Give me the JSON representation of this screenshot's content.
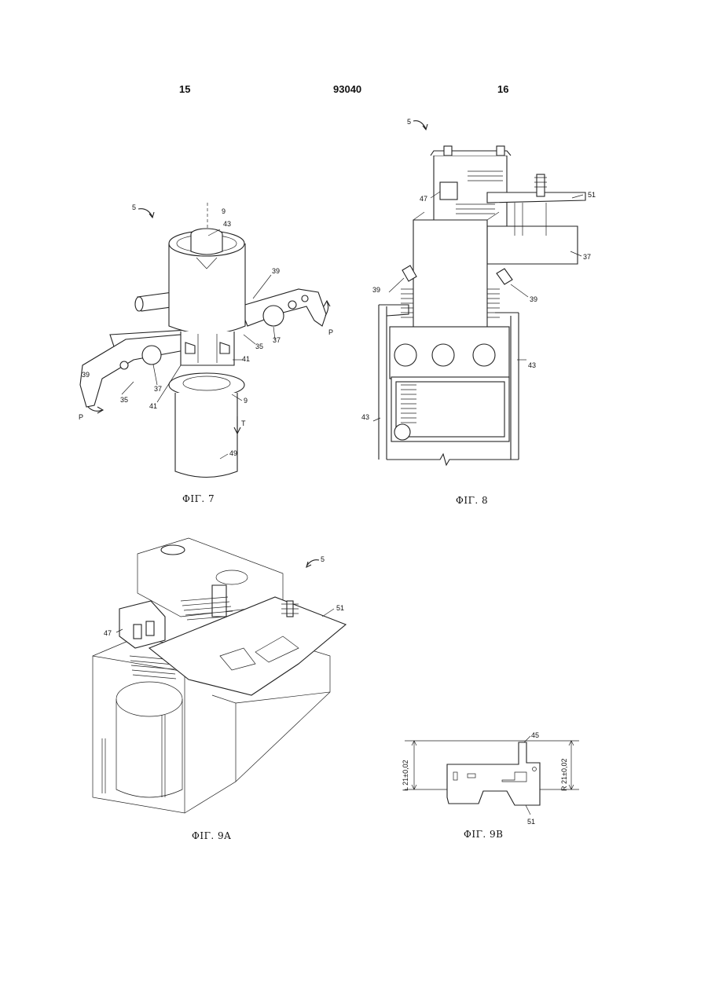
{
  "header": {
    "left_page": "15",
    "doc_number": "93040",
    "right_page": "16"
  },
  "figures": {
    "fig7": {
      "caption": "ΦΙΓ. 7",
      "labels": {
        "l5": "5",
        "l9a": "9",
        "l9b": "9",
        "l43": "43",
        "l39a": "39",
        "l39b": "39",
        "l37a": "37",
        "l37b": "37",
        "l35a": "35",
        "l35b": "35",
        "l41a": "41",
        "l41b": "41",
        "lPa": "P",
        "lPb": "P",
        "lT": "T",
        "l49": "49"
      }
    },
    "fig8": {
      "caption": "ΦΙΓ. 8",
      "labels": {
        "l5": "5",
        "l47": "47",
        "l51": "51",
        "l37": "37",
        "l39a": "39",
        "l39b": "39",
        "l43a": "43",
        "l43b": "43"
      }
    },
    "fig9a": {
      "caption": "ΦΙΓ. 9A",
      "labels": {
        "l5": "5",
        "l47": "47",
        "l51": "51"
      }
    },
    "fig9b": {
      "caption": "ΦΙΓ. 9B",
      "labels": {
        "l45": "45",
        "l51": "51",
        "dimL": "L 21±0,02",
        "dimR": "R 21±0,02"
      }
    }
  }
}
